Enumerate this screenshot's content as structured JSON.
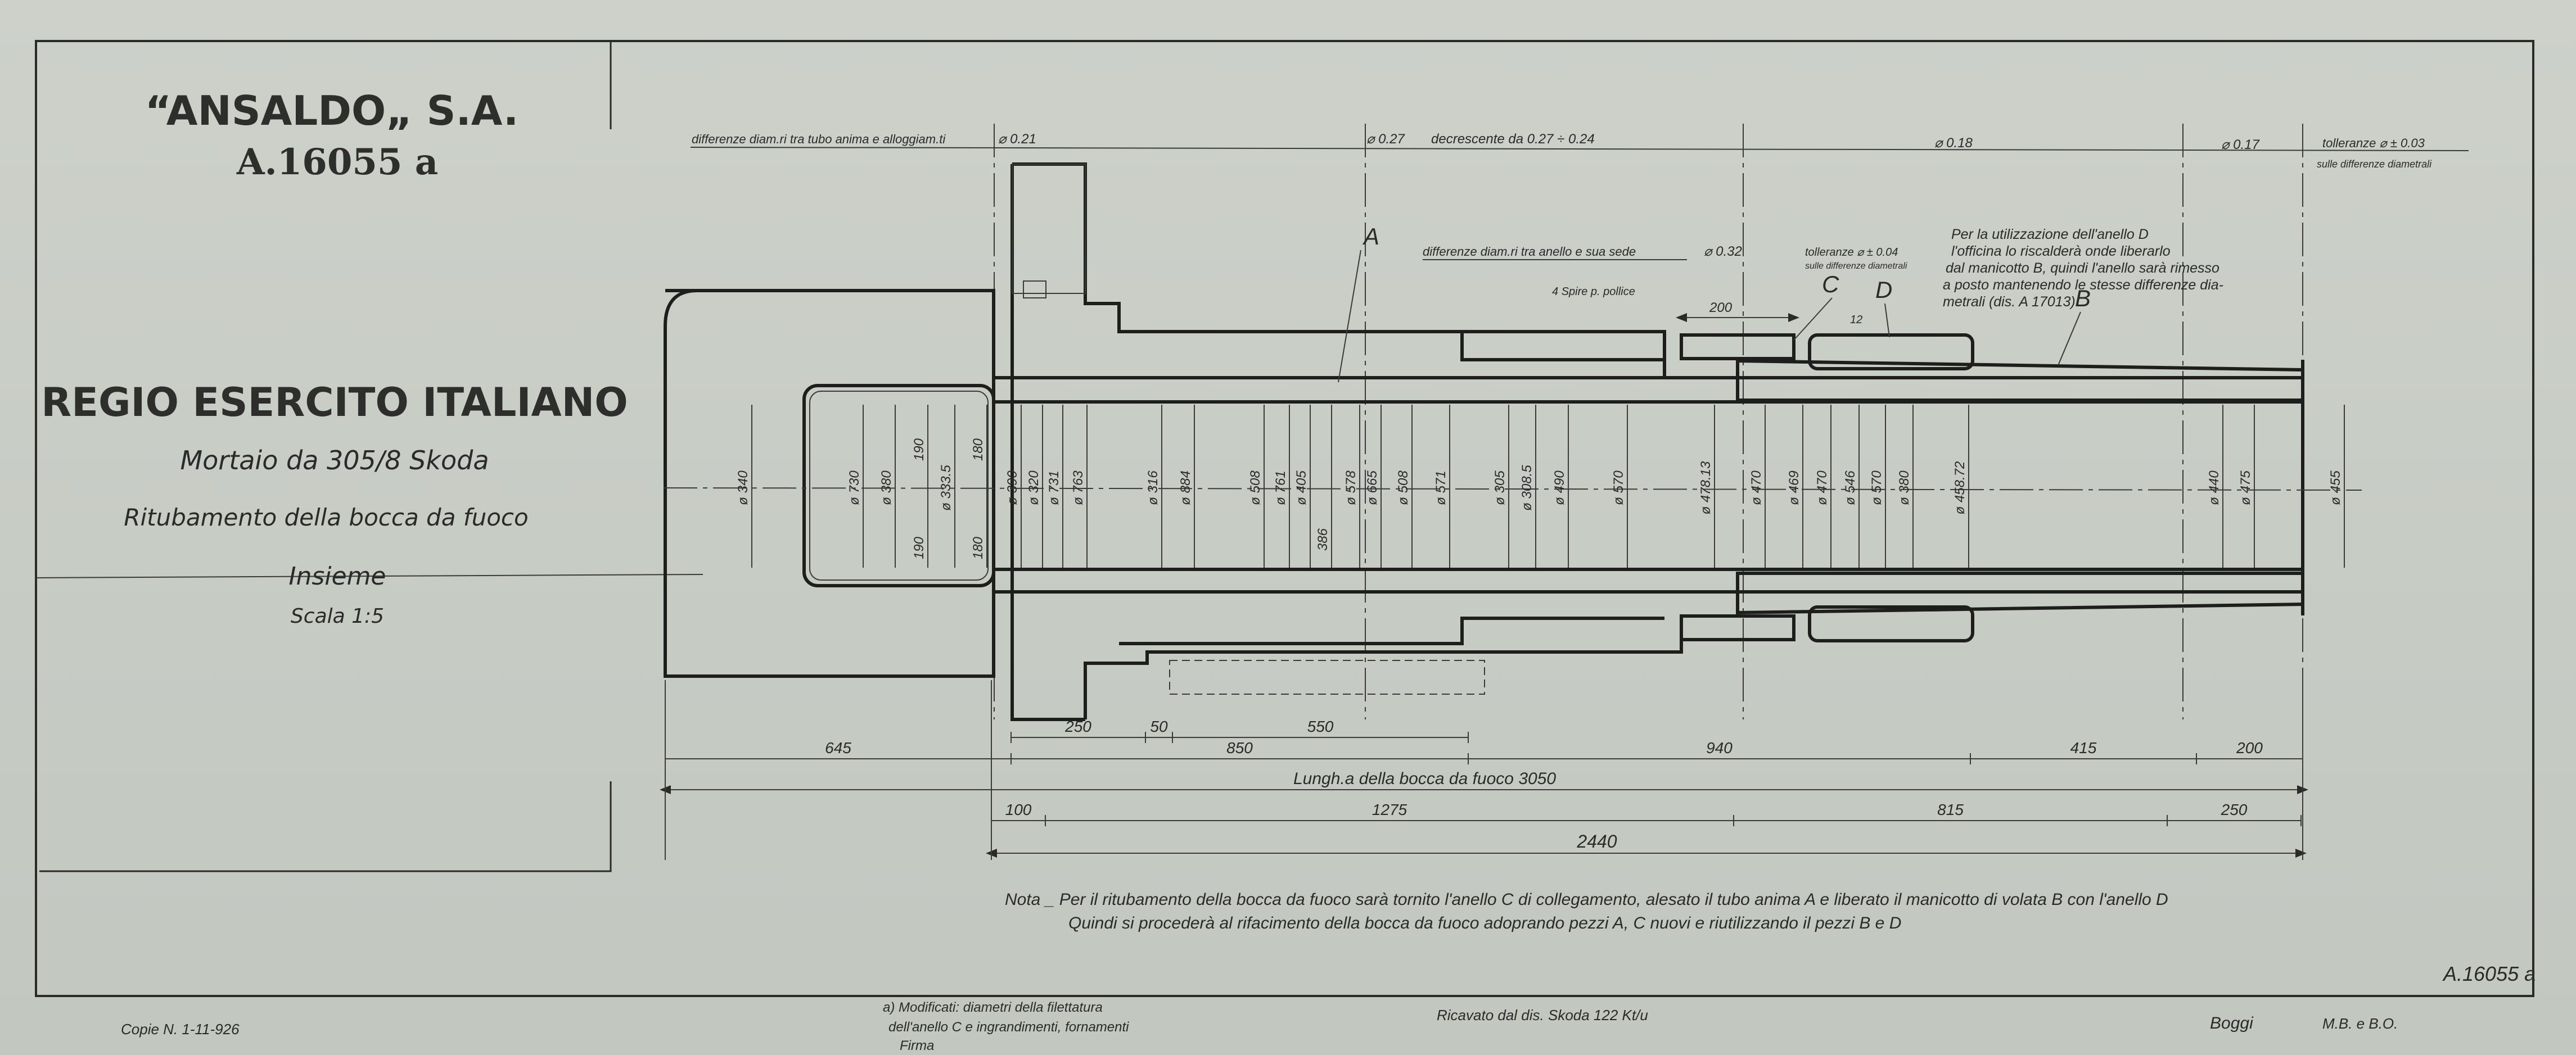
{
  "title_block": {
    "company": "“ANSALDO„ S.A.",
    "drawing_number": "A.16055 a",
    "army": "REGIO ESERCITO ITALIANO",
    "weapon": "Mortaio da 305/8 Skoda",
    "subject": "Ritubamento della bocca da fuoco",
    "view": "Insieme",
    "scale": "Scala 1:5"
  },
  "top_annotations": {
    "diff_tube": "differenze diam.ri tra tubo anima e alloggiam.ti",
    "val_021": "⌀ 0.21",
    "val_027": "⌀ 0.27",
    "decrescente": "decrescente da 0.27 ÷ 0.24",
    "val_018": "⌀ 0.18",
    "val_017": "⌀ 0.17",
    "tolleranze": "tolleranze ⌀ ± 0.03",
    "tolleranze_sub": "sulle differenze diametrali"
  },
  "mid_annotations": {
    "diff_anello": "differenze diam.ri tra anello e sua sede",
    "val_032": "⌀ 0.32",
    "toll_004": "tolleranze ⌀ ± 0.04",
    "toll_004_sub": "sulle differenze diametrali",
    "spire": "4 Spire p. pollice",
    "dim_200_small": "200",
    "dim_12": "12",
    "anello_note": [
      "Per la utilizzazione dell'anello D",
      "l'officina lo riscalderà onde liberarlo",
      "dal manicotto B, quindi l'anello sarà rimesso",
      "a posto mantenendo le stesse differenze dia-",
      "metrali (dis. A 17013)"
    ]
  },
  "part_labels": {
    "a": "A",
    "b": "B",
    "c": "C",
    "d": "D"
  },
  "diameters": [
    "ø 340",
    "ø 730",
    "ø 380",
    "190",
    "ø 333.5",
    "180",
    "ø 390",
    "ø 320",
    "ø 731",
    "ø 763",
    "ø 316",
    "ø 884",
    "ø 508",
    "ø 761",
    "ø 405",
    "ø 578",
    "ø 665",
    "ø 508",
    "ø 571",
    "ø 305",
    "ø 308.5",
    "ø 490",
    "ø 570",
    "ø 478.13",
    "ø 470",
    "ø 469",
    "ø 470",
    "ø 546",
    "ø 570",
    "ø 380",
    "ø 458.72",
    "ø 440",
    "ø 475",
    "ø 455",
    "190",
    "180",
    "386"
  ],
  "dimensions": {
    "row0": [
      "250",
      "50",
      "550"
    ],
    "row1": [
      "645",
      "850",
      "940",
      "415",
      "200"
    ],
    "total_label": "Lungh.a della bocca da fuoco 3050",
    "row2": [
      "100",
      "1275",
      "815",
      "250"
    ],
    "overall": "2440"
  },
  "note": {
    "line1": "Nota _ Per il ritubamento della bocca da fuoco sarà tornito l'anello C di collegamento, alesato il tubo anima A e liberato il manicotto di volata B con l'anello D",
    "line2": "Quindi si procederà al rifacimento della bocca da fuoco adoprando pezzi A, C nuovi e riutilizzando il pezzi B e D"
  },
  "drawing_ref": "A.16055 a",
  "footer": {
    "copies": "Copie N. 1-11-926",
    "mod_line1": "a) Modificati: diametri della filettatura",
    "mod_line2": "dell'anello C e ingrandimenti, fornamenti",
    "mod_sign": "Firma",
    "ricavato": "Ricavato dal dis. Skoda 122 Kt/u",
    "signature": "Boggi",
    "initials": "M.B. e B.O."
  }
}
